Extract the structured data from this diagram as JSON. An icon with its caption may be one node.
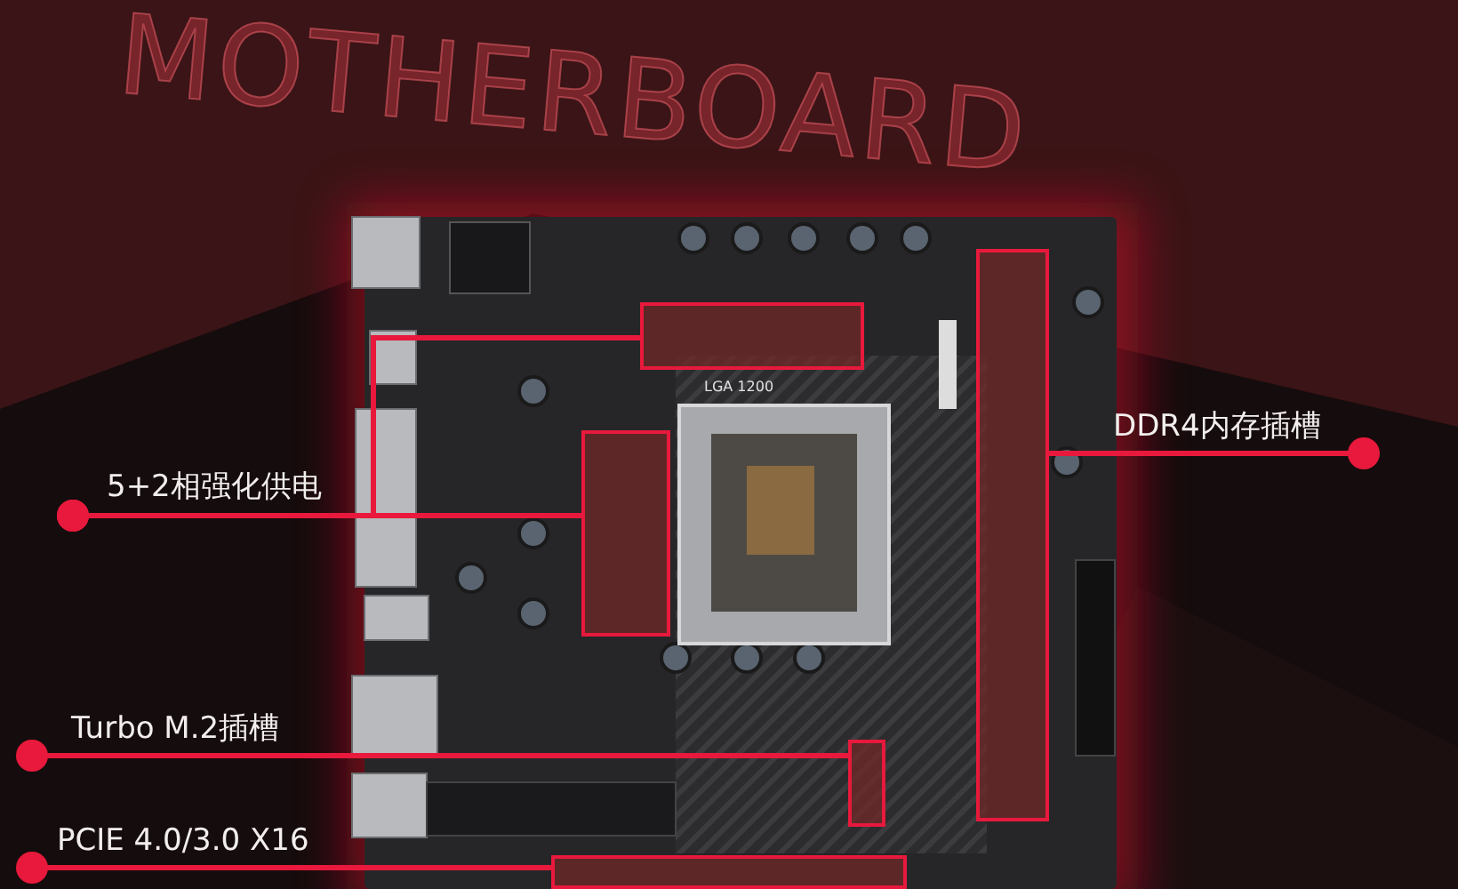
{
  "diagram": {
    "nodes": [
      {
        "text": [
          "5+2相强化供电"
        ]
      },
      {
        "text": [],
        "shape": "box"
      },
      {
        "text": [],
        "shape": "box"
      },
      {
        "text": [
          "DDR4内存插槽"
        ]
      },
      {
        "text": [],
        "shape": "box"
      },
      {
        "text": [
          "Turbo M.2插槽"
        ]
      },
      {
        "text": [],
        "shape": "box"
      },
      {
        "text": [
          "PCIE 4.0/3.0 X16"
        ]
      },
      {
        "text": [],
        "shape": "box"
      }
    ],
    "edges": [
      {
        "from": 0,
        "to": 1,
        "arrow": "other"
      },
      {
        "from": 0,
        "to": 2,
        "arrow": "other"
      },
      {
        "from": 3,
        "to": 4,
        "arrow": "other"
      },
      {
        "from": 5,
        "to": 6,
        "arrow": "other"
      },
      {
        "from": 7,
        "to": 8,
        "arrow": "other"
      }
    ],
    "labels": [
      "MOTHERBOARD",
      "LGA 1200"
    ]
  }
}
